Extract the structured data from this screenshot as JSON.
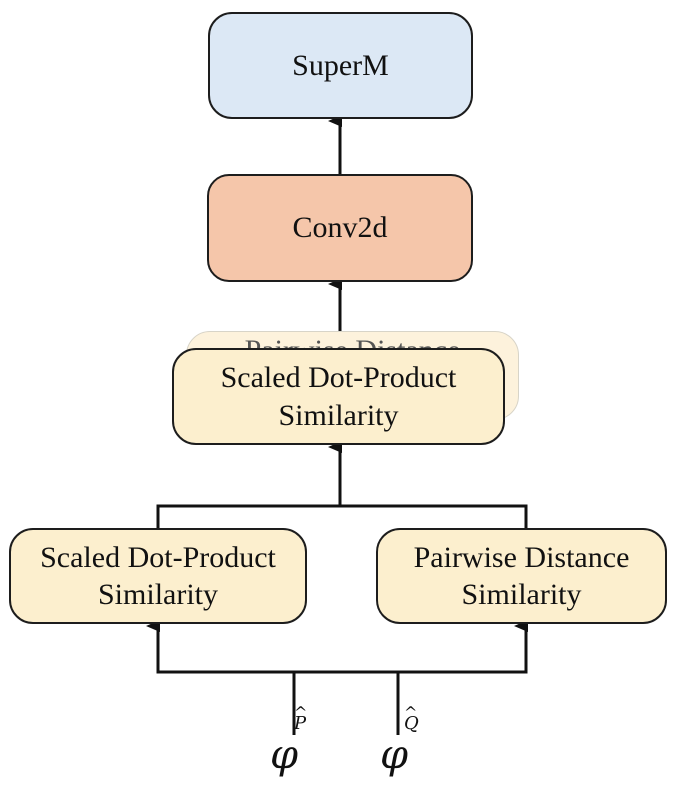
{
  "nodes": {
    "superm": {
      "label": "SuperM"
    },
    "conv2d": {
      "label": "Conv2d"
    },
    "stack_back": {
      "label": "Pairwise Distance"
    },
    "stack_front": {
      "line1": "Scaled Dot-Product",
      "line2": "Similarity"
    },
    "left_block": {
      "line1": "Scaled Dot-Product",
      "line2": "Similarity"
    },
    "right_block": {
      "line1": "Pairwise Distance",
      "line2": "Similarity"
    }
  },
  "inputs": {
    "p": {
      "symbol": "φ",
      "superscript": "P",
      "accent": "^"
    },
    "q": {
      "symbol": "φ",
      "superscript": "Q",
      "accent": "^"
    }
  },
  "colors": {
    "superm_fill": "#dce8f5",
    "conv2d_fill": "#f5c6aa",
    "similarity_fill": "#fcefce",
    "stroke": "#1d1d1d"
  }
}
